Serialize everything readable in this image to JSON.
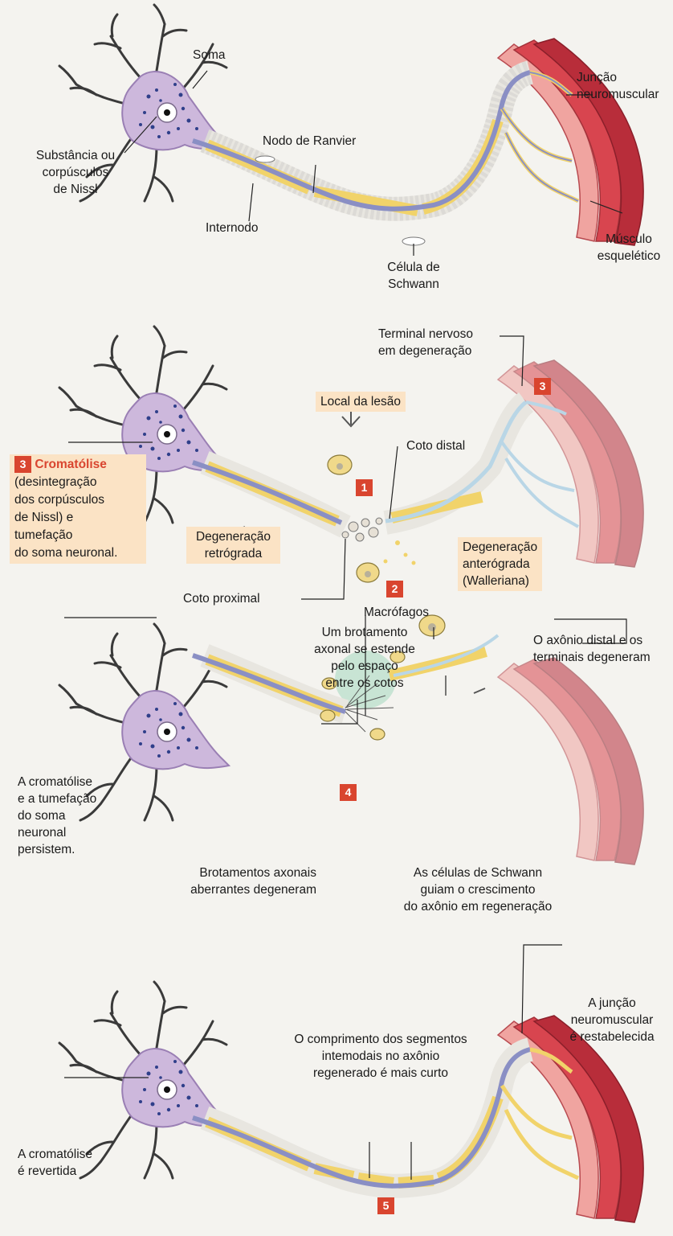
{
  "colors": {
    "cell_body": "#cdb8dc",
    "axon": "#8a8fc4",
    "myelin": "#f1d36a",
    "muscle": "#d8454f",
    "muscle_light": "#f0a4a0",
    "badge": "#d9452f",
    "label_bg": "#fbe3c5",
    "sprout_glow": "#bfe0cf"
  },
  "panel1": {
    "soma": "Soma",
    "nissl": [
      "Substância ou",
      "corpúsculos",
      "de Nissl"
    ],
    "ranvier": "Nodo de Ranvier",
    "internode": "Internodo",
    "schwann": [
      "Célula de",
      "Schwann"
    ],
    "junction": [
      "Junção",
      "neuromuscular"
    ],
    "muscle": [
      "Músculo",
      "esquelético"
    ]
  },
  "panel2": {
    "terminal": [
      "Terminal nervoso",
      "em degeneração"
    ],
    "badge_terminal": "3",
    "lesion": "Local da lesão",
    "distal": "Coto distal",
    "badge_chromatolysis": "3",
    "chromatolysis_title": "Cromatólise",
    "chromatolysis_text": [
      "(desintegração",
      "dos corpúsculos",
      "de Nissl) e",
      "tumefação",
      "do soma neuronal."
    ],
    "badge_lesion": "1",
    "retro": [
      "Degeneração",
      "retrógrada"
    ],
    "antero": [
      "Degeneração",
      "anterógrada",
      "(Walleriana)"
    ],
    "badge_macrophage": "2",
    "proximal": "Coto proximal",
    "macrophages": "Macrófagos"
  },
  "panel3": {
    "sprout": [
      "Um brotamento",
      "axonal se estende",
      "pelo espaço",
      "entre os cotos"
    ],
    "distal_degen": [
      "O axônio distal e os",
      "terminais degeneram"
    ],
    "persist": [
      "A cromatólise",
      "e a tumefação",
      "do soma",
      "neuronal",
      "persistem."
    ],
    "badge_sprout": "4",
    "aberrant": [
      "Brotamentos axonais",
      "aberrantes degeneram"
    ],
    "schwann_guide": [
      "As células de Schwann",
      "guiam o crescimento",
      "do axônio em regeneração"
    ]
  },
  "panel4": {
    "junction": [
      "A junção",
      "neuromuscular",
      "é restabelecida"
    ],
    "segments": [
      "O comprimento dos segmentos",
      "intemodais no axônio",
      "regenerado é mais curto"
    ],
    "reverted": [
      "A cromatólise",
      "é revertida"
    ],
    "badge_regen": "5"
  }
}
